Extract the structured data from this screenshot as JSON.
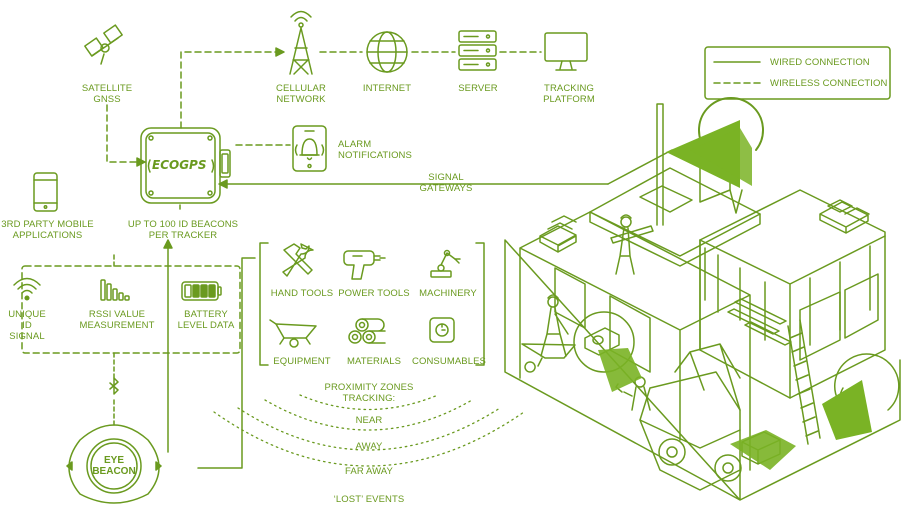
{
  "colors": {
    "accent": "#6a9a1f",
    "light": "#a6c97a"
  },
  "legend": {
    "wired": "WIRED CONNECTION",
    "wireless": "WIRELESS CONNECTION"
  },
  "top_nodes": {
    "satellite": "SATELLITE\nGNSS",
    "cellular": "CELLULAR\nNETWORK",
    "internet": "INTERNET",
    "server": "SERVER",
    "tracking": "TRACKING\nPLATFORM"
  },
  "tracker": {
    "logo": "ECOGPS",
    "beacons_label": "UP TO 100 ID BEACONS\nPER TRACKER"
  },
  "alarm": "ALARM\nNOTIFICATIONS",
  "signal_gateways": "SIGNAL\nGATEWAYS",
  "mobile_apps": "3RD PARTY MOBILE\nAPPLICATIONS",
  "beacon_data": {
    "unique_id": "UNIQUE\nID SIGNAL",
    "rssi": "RSSI VALUE\nMEASUREMENT",
    "battery": "BATTERY\nLEVEL DATA"
  },
  "beacon": {
    "label": "EYE\nBEACON"
  },
  "assets": {
    "hand_tools": "HAND TOOLS",
    "power_tools": "POWER TOOLS",
    "machinery": "MACHINERY",
    "equipment": "EQUIPMENT",
    "materials": "MATERIALS",
    "consumables": "CONSUMABLES"
  },
  "proximity": {
    "title": "PROXIMITY ZONES\nTRACKING:",
    "near": "NEAR",
    "away": "AWAY",
    "far_away": "FAR AWAY",
    "lost": "‘LOST’ EVENTS"
  },
  "icons": {
    "satellite": "satellite-icon",
    "tower": "cellular-tower-icon",
    "globe": "globe-icon",
    "server": "server-icon",
    "monitor": "monitor-icon",
    "phone": "smartphone-icon",
    "bell": "alarm-bell-icon",
    "wifi": "wifi-icon",
    "signal": "signal-bars-icon",
    "battery": "battery-icon",
    "bluetooth": "bluetooth-icon",
    "wrench": "hand-tools-icon",
    "drill": "power-drill-icon",
    "robot": "machinery-arm-icon",
    "wheelbarrow": "wheelbarrow-icon",
    "pipes": "materials-pipes-icon",
    "consumable": "consumables-icon",
    "building": "construction-site-illustration"
  }
}
